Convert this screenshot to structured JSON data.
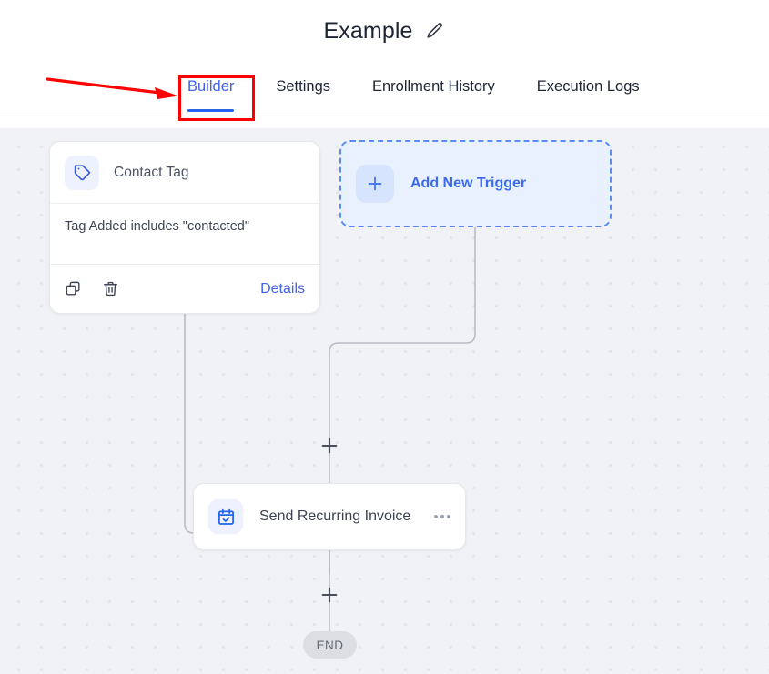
{
  "header": {
    "title": "Example",
    "edit_icon": "pencil-icon",
    "tabs": [
      {
        "label": "Builder",
        "active": true
      },
      {
        "label": "Settings",
        "active": false
      },
      {
        "label": "Enrollment History",
        "active": false
      },
      {
        "label": "Execution Logs",
        "active": false
      }
    ]
  },
  "annotation": {
    "highlight_color": "#ff0000",
    "arrow_color": "#ff0000",
    "target": "Builder"
  },
  "canvas": {
    "background_color": "#f1f2f6",
    "dot_color": "#e2e4ea",
    "accent_color": "#4361ee",
    "edge_color": "#b9bcc4"
  },
  "trigger_card": {
    "icon": "tag-icon",
    "title": "Contact Tag",
    "condition": "Tag Added includes \"contacted\"",
    "actions": {
      "duplicate_icon": "copy-icon",
      "delete_icon": "trash-icon",
      "details_label": "Details"
    }
  },
  "add_trigger": {
    "icon": "plus-icon",
    "label": "Add New Trigger"
  },
  "action_card": {
    "icon": "calendar-check-icon",
    "label": "Send Recurring Invoice",
    "menu_icon": "ellipsis-icon"
  },
  "edge_buttons": {
    "top_label": "+",
    "bottom_label": "+"
  },
  "end_node": {
    "label": "END"
  }
}
